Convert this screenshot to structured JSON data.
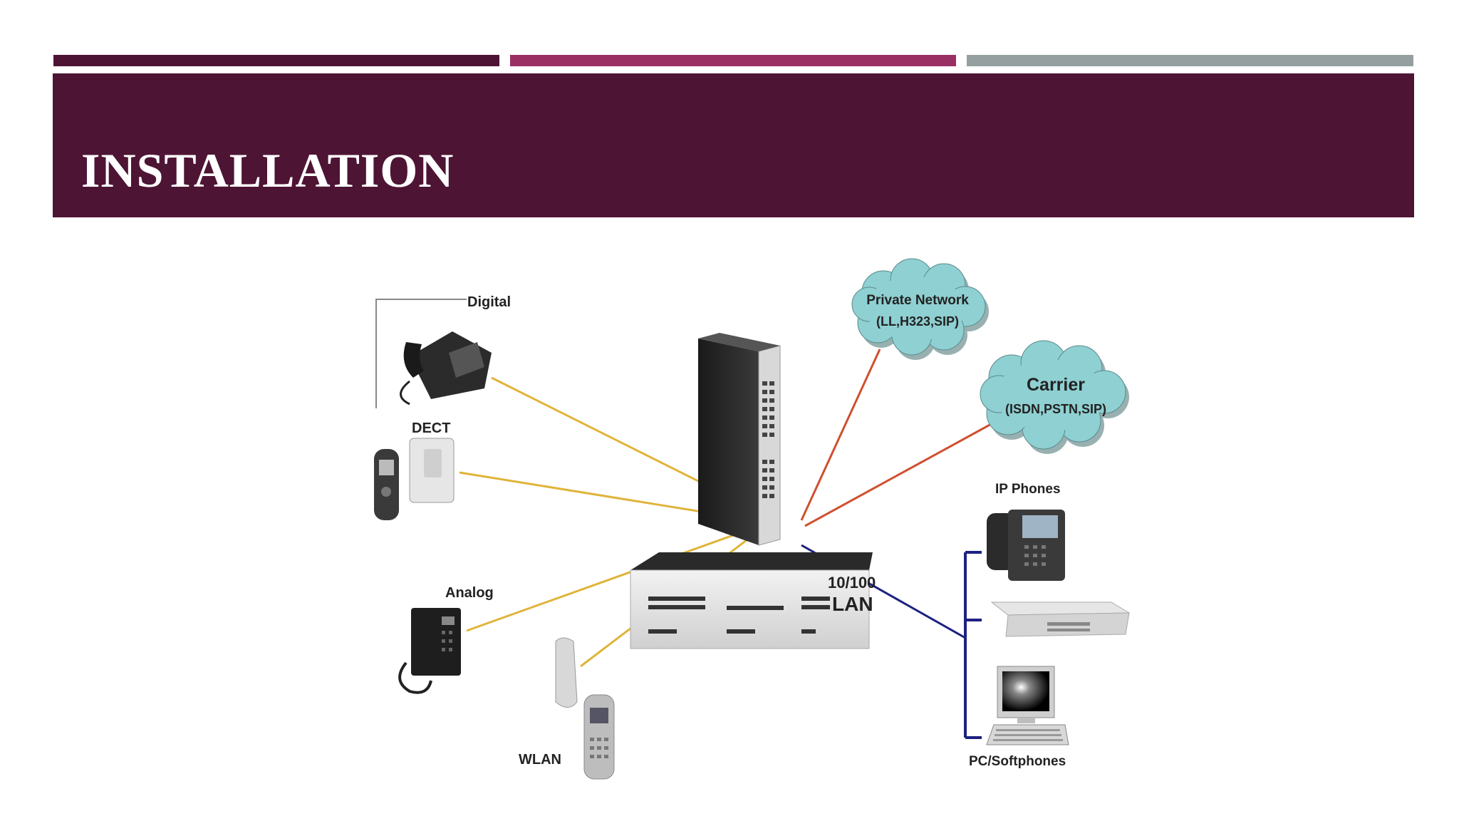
{
  "colors": {
    "bar_dark": "#4e1434",
    "bar_magenta": "#9a2f64",
    "bar_gray": "#969fa0",
    "title_band": "#4e1434",
    "cloud": "#8fd0d2",
    "line_yellow": "#e0b43a",
    "line_red": "#cf5030",
    "line_blue": "#1c2180"
  },
  "slide": {
    "title": "INSTALLATION"
  },
  "diagram": {
    "labels": {
      "digital": "Digital",
      "dect": "DECT",
      "analog": "Analog",
      "wlan": "WLAN",
      "private_network": "Private Network",
      "private_network_protocols": "(LL,H323,SIP)",
      "carrier": "Carrier",
      "carrier_protocols": "(ISDN,PSTN,SIP)",
      "ip_phones": "IP Phones",
      "pc_softphones": "PC/Softphones",
      "lan_speed": "10/100",
      "lan": "LAN"
    }
  }
}
